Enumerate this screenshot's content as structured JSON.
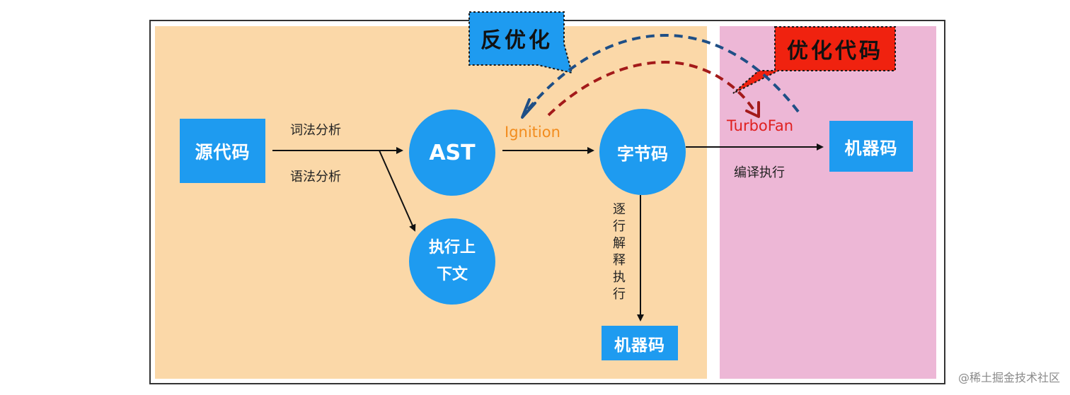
{
  "nodes": {
    "source_code": "源代码",
    "ast": "AST",
    "exec_context_line1": "执行上",
    "exec_context_line2": "下文",
    "bytecode": "字节码",
    "machine_code_bottom": "机器码",
    "machine_code_right": "机器码"
  },
  "edges": {
    "lexical_analysis": "词法分析",
    "syntax_analysis": "语法分析",
    "interpret_line_by_line": "逐行解释执行",
    "compile_execute": "编译执行"
  },
  "stages": {
    "ignition": "Ignition",
    "turbofan": "TurboFan"
  },
  "callouts": {
    "deoptimize": "反优化",
    "optimize_code": "优化代码"
  },
  "watermark": "@稀土掘金技术社区",
  "colors": {
    "node_blue": "#1e9bf0",
    "interpreter_panel": "#fbd8a8",
    "compiler_panel": "#edb7d6",
    "ignition_orange": "#f28c1e",
    "turbofan_red": "#e02020",
    "deopt_arrow_blue": "#1f4f86",
    "opt_arrow_red": "#a31a1a",
    "deopt_callout": "#1e9bf0",
    "opt_callout": "#f0220f"
  }
}
